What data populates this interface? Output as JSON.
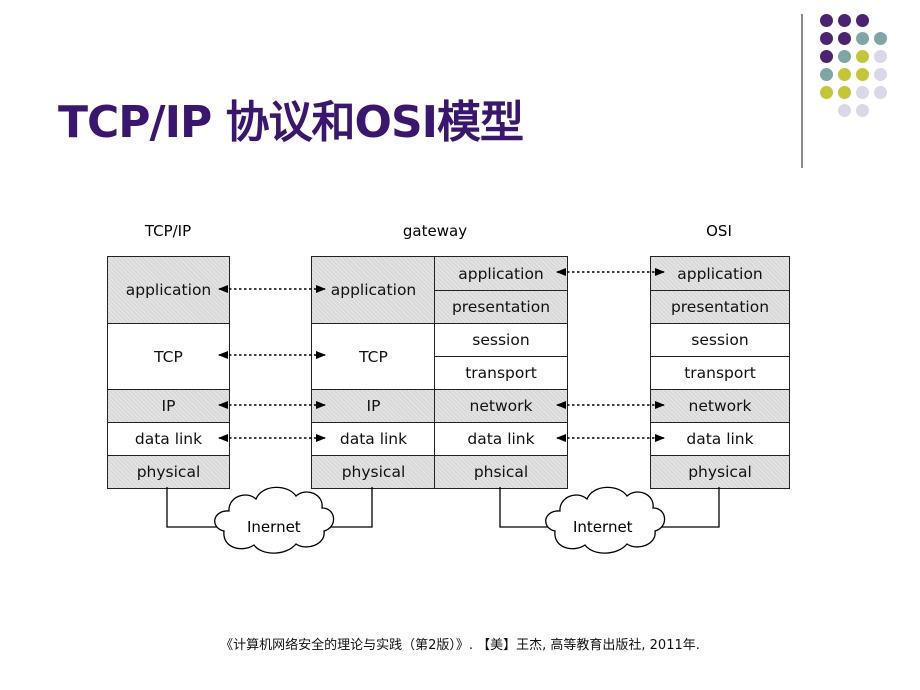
{
  "title": "TCP/IP 协议和OSI模型",
  "colors": {
    "title": "#3b1670",
    "dot_purple": "#4b2372",
    "dot_teal": "#7fa6a4",
    "dot_yellow": "#c4c636",
    "dot_lavender": "#d9d8e8",
    "layer_gray": "#d9d9d9"
  },
  "diagram": {
    "tcpip": {
      "label": "TCP/IP",
      "layers": [
        "application",
        "TCP",
        "IP",
        "data link",
        "physical"
      ]
    },
    "gateway": {
      "label": "gateway",
      "left_layers": [
        "application",
        "TCP",
        "IP",
        "data link",
        "physical"
      ],
      "right_layers": [
        "application",
        "presentation",
        "session",
        "transport",
        "network",
        "data link",
        "phsical"
      ]
    },
    "osi": {
      "label": "OSI",
      "layers": [
        "application",
        "presentation",
        "session",
        "transport",
        "network",
        "data link",
        "physical"
      ]
    },
    "clouds": [
      "Inernet",
      "Internet"
    ]
  },
  "caption": "《计算机网络安全的理论与实践（第2版）》. 【美】王杰, 高等教育出版社, 2011年."
}
